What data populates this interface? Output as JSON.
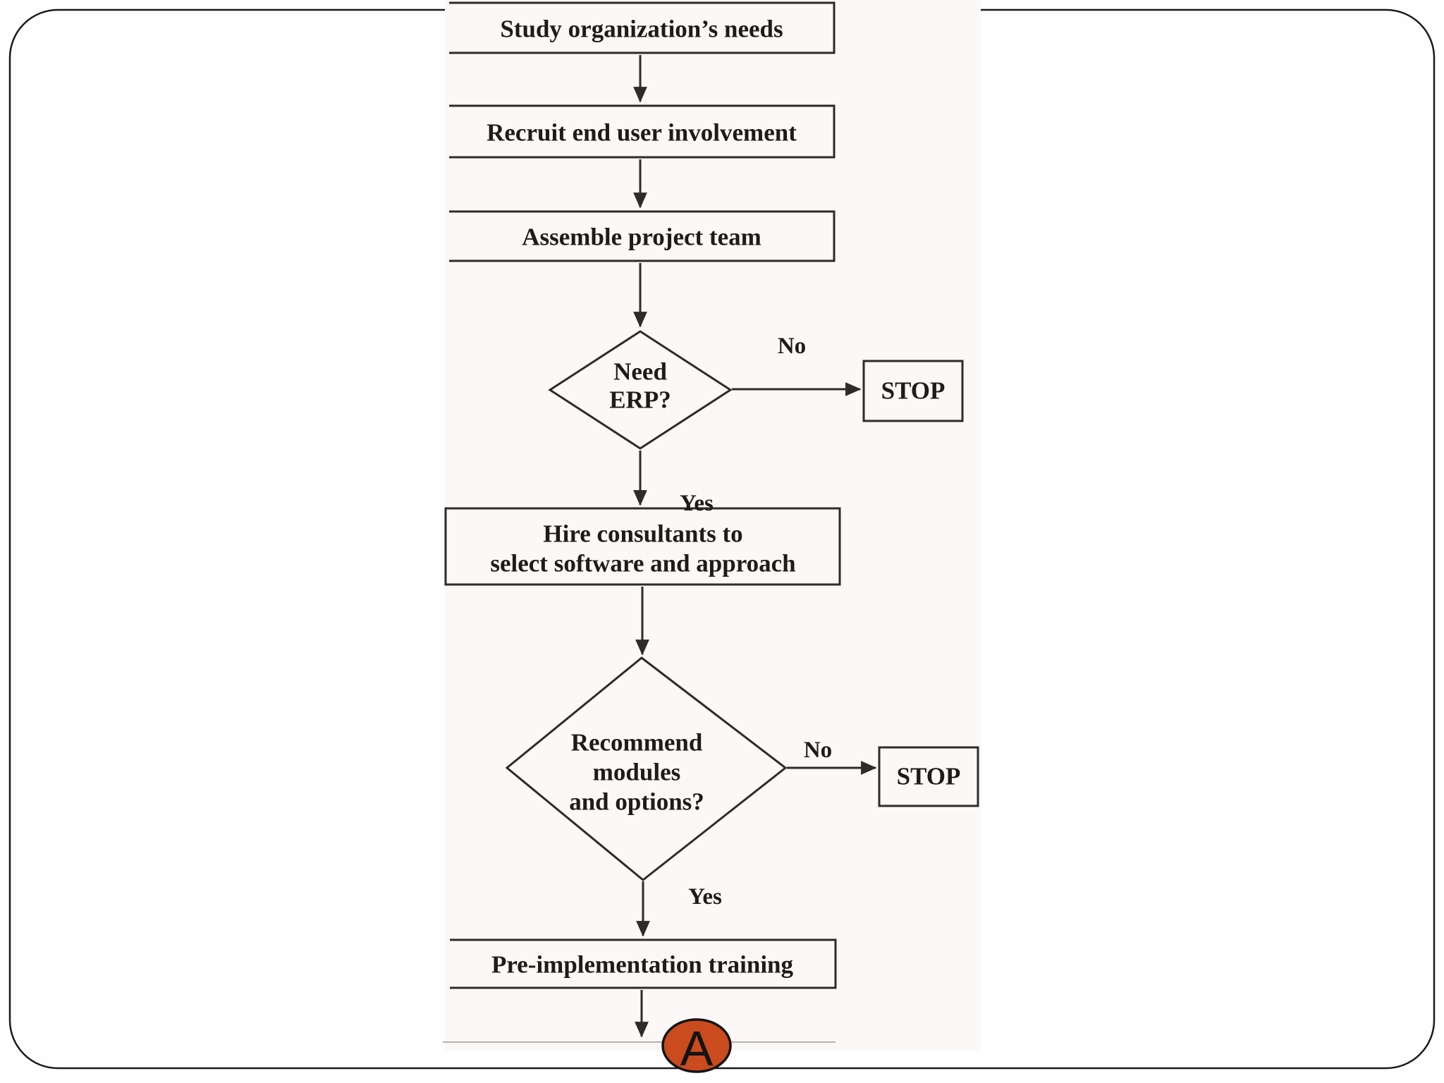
{
  "colors": {
    "line": "#2e2b29",
    "text": "#1e1b19",
    "scan-background": "#fbf8f7",
    "slide-background": "#fefefe",
    "frame-border": "#1b1b1b",
    "connector-fill": "#c94b1e",
    "connector-border": "#141414"
  },
  "flowchart": {
    "node_study": "Study organization’s needs",
    "node_recruit": "Recruit end user involvement",
    "node_assemble": "Assemble project team",
    "decision_need_erp": {
      "line1": "Need",
      "line2": "ERP?"
    },
    "stop_1": "STOP",
    "node_hire": {
      "line1": "Hire consultants to",
      "line2": "select software and approach"
    },
    "decision_recommend": {
      "line1": "Recommend",
      "line2": "modules",
      "line3": "and options?"
    },
    "stop_2": "STOP",
    "node_preimpl": "Pre-implementation training",
    "label_no_1": "No",
    "label_yes_1": "Yes",
    "label_no_2": "No",
    "label_yes_2": "Yes",
    "connector_a": "A"
  }
}
